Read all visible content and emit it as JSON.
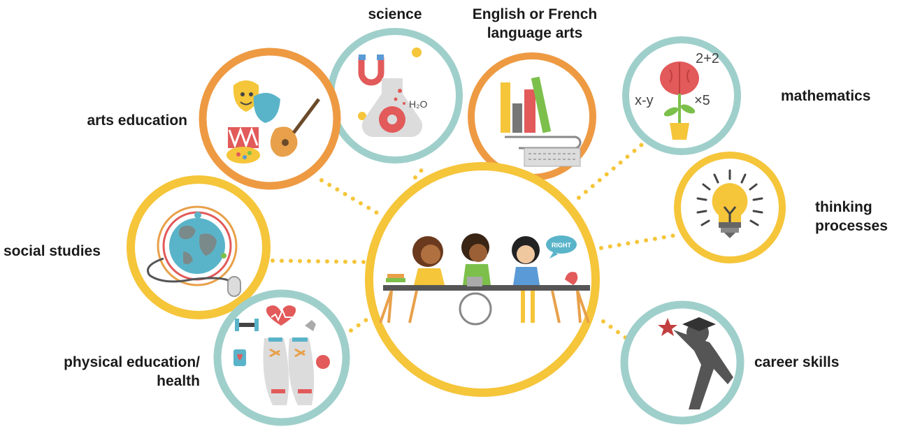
{
  "colors": {
    "yellow": "#f5c53a",
    "teal": "#9fcfcb",
    "orange": "#ee9a43"
  },
  "center": {
    "speech_bubble": "RIGHT"
  },
  "subjects": {
    "science": {
      "label": "science",
      "icon": "science-flask-icon",
      "formula": "H₂O"
    },
    "language": {
      "label_line1": "English or French",
      "label_line2": "language arts",
      "icon": "books-keyboard-icon"
    },
    "arts": {
      "label": "arts education",
      "icon": "theatre-masks-guitar-icon"
    },
    "mathematics": {
      "label": "mathematics",
      "icon": "brain-plant-icon",
      "expr1": "2+2",
      "expr2": "x-y",
      "expr3": "×5"
    },
    "thinking": {
      "label_line1": "thinking",
      "label_line2": "processes",
      "icon": "lightbulb-icon"
    },
    "social": {
      "label": "social studies",
      "icon": "globe-mouse-icon"
    },
    "physical": {
      "label_line1": "physical education/",
      "label_line2": "health",
      "icon": "sneakers-health-icon"
    },
    "career": {
      "label": "career skills",
      "icon": "graduate-star-icon"
    }
  }
}
